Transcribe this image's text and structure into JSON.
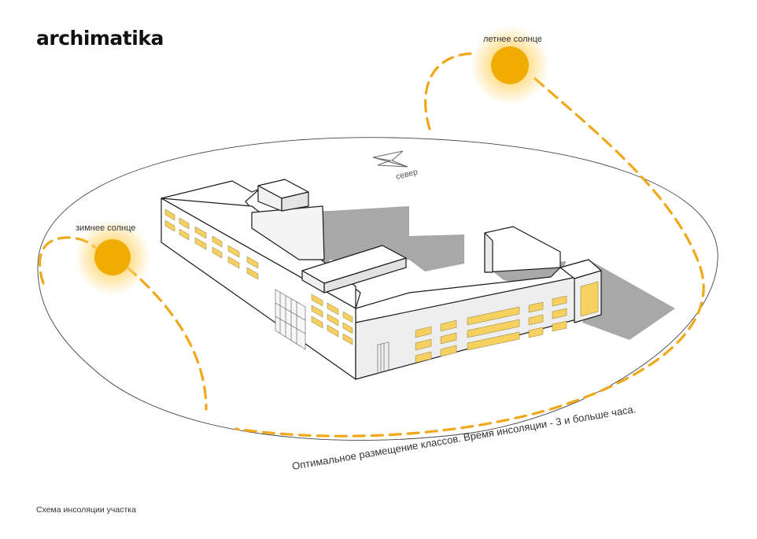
{
  "brand": {
    "logo_text": "archimatika"
  },
  "labels": {
    "summer_sun": "летнее солнце",
    "winter_sun": "зимнее солнце",
    "north": "север",
    "note": "Оптимальное размещение классов. Время инсоляции - 3 и больше часа."
  },
  "caption": "Схема инсоляции участка",
  "colors": {
    "sun": "#f0ac00",
    "glow": "#ffd469",
    "path": "#f0a818",
    "window": "#f6d160",
    "outline": "#1a1a1a",
    "shadow": "#a6a6a6"
  },
  "icons": {
    "north_arrow": "north-arrow-icon"
  }
}
